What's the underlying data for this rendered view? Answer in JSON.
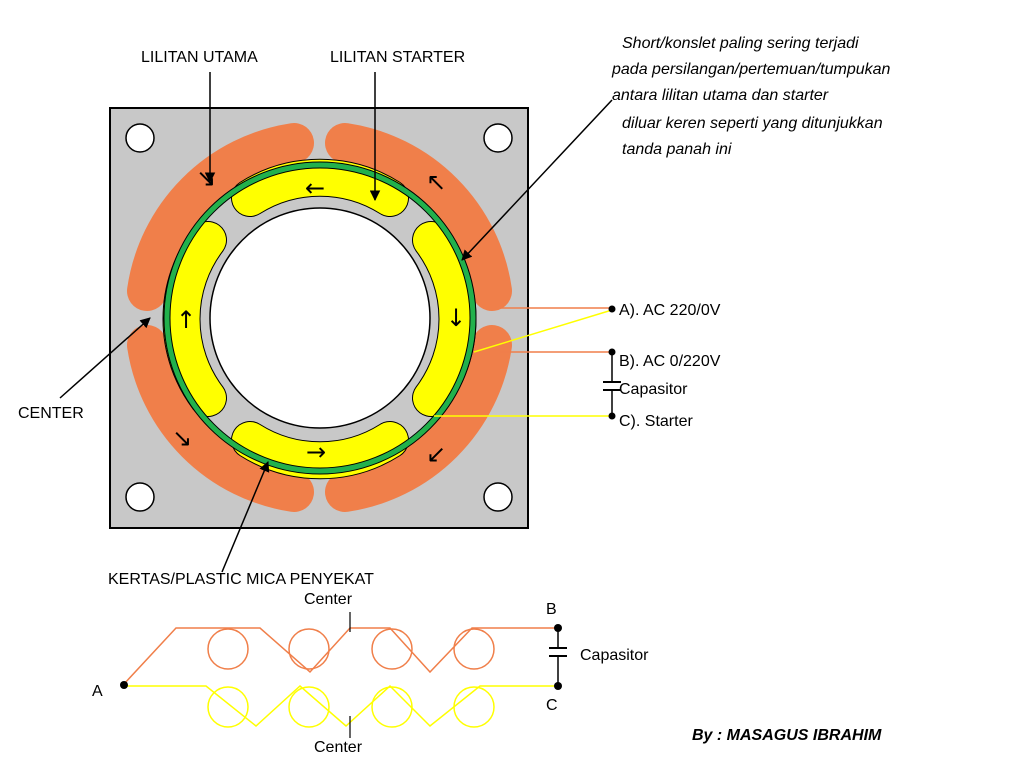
{
  "labels": {
    "main_winding": "LILITAN UTAMA",
    "starter_winding": "LILITAN STARTER",
    "center": "CENTER",
    "insulator": "KERTAS/PLASTIC MICA PENYEKAT",
    "terminal_a": "A). AC 220/0V",
    "terminal_b": "B). AC 0/220V",
    "capacitor": "Capasitor",
    "terminal_c": "C). Starter"
  },
  "note_lines": [
    "Short/konslet paling sering terjadi",
    "pada persilangan/pertemuan/tumpukan",
    "antara lilitan utama dan starter",
    "diluar keren seperti yang ditunjukkan",
    "tanda panah ini"
  ],
  "schematic": {
    "center_top": "Center",
    "center_bottom": "Center",
    "a": "A",
    "b": "B",
    "c": "C",
    "capacitor": "Capasitor"
  },
  "credit": "By : MASAGUS IBRAHIM",
  "colors": {
    "main_coil": "#f07f4a",
    "starter_coil": "#ffff00",
    "insulator_ring": "#22b14c",
    "stator_core": "#c8c8c8"
  }
}
